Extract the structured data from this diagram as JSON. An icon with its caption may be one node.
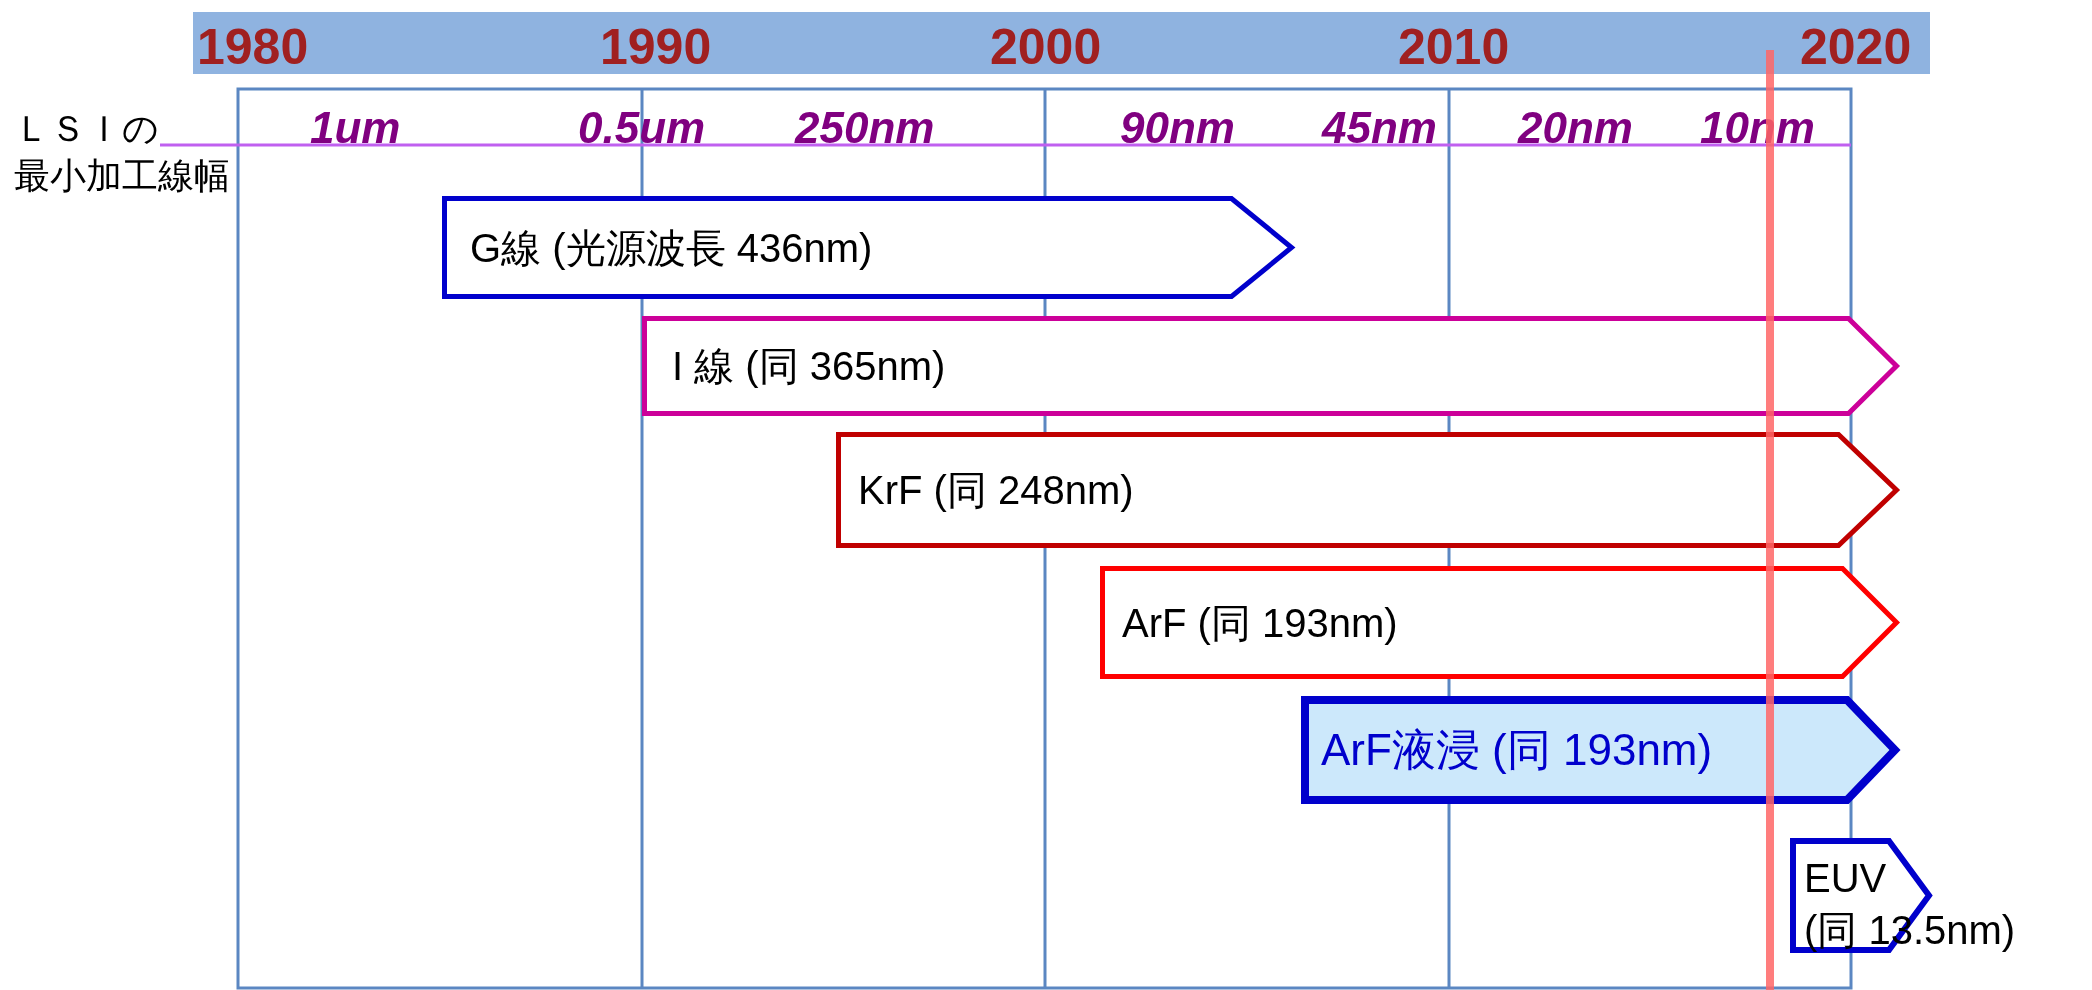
{
  "diagram": {
    "nodes": [
      {
        "text": [
          "G線 (光源波長 436nm)"
        ]
      },
      {
        "text": [
          "I 線 (同 365nm)"
        ]
      },
      {
        "text": [
          "KrF (同 248nm)"
        ]
      },
      {
        "text": [
          "ArF (同 193nm)"
        ]
      },
      {
        "text": [
          "ArF液浸 (同 193nm)"
        ]
      },
      {
        "text": [
          "EUV (同 13.5nm)"
        ]
      }
    ],
    "labels": [
      "1980",
      "1990",
      "2000",
      "2010",
      "2020",
      "ＬＳＩの最小加工線幅",
      "1um",
      "0.5um",
      "250nm",
      "90nm",
      "45nm",
      "20nm",
      "10nm"
    ]
  }
}
